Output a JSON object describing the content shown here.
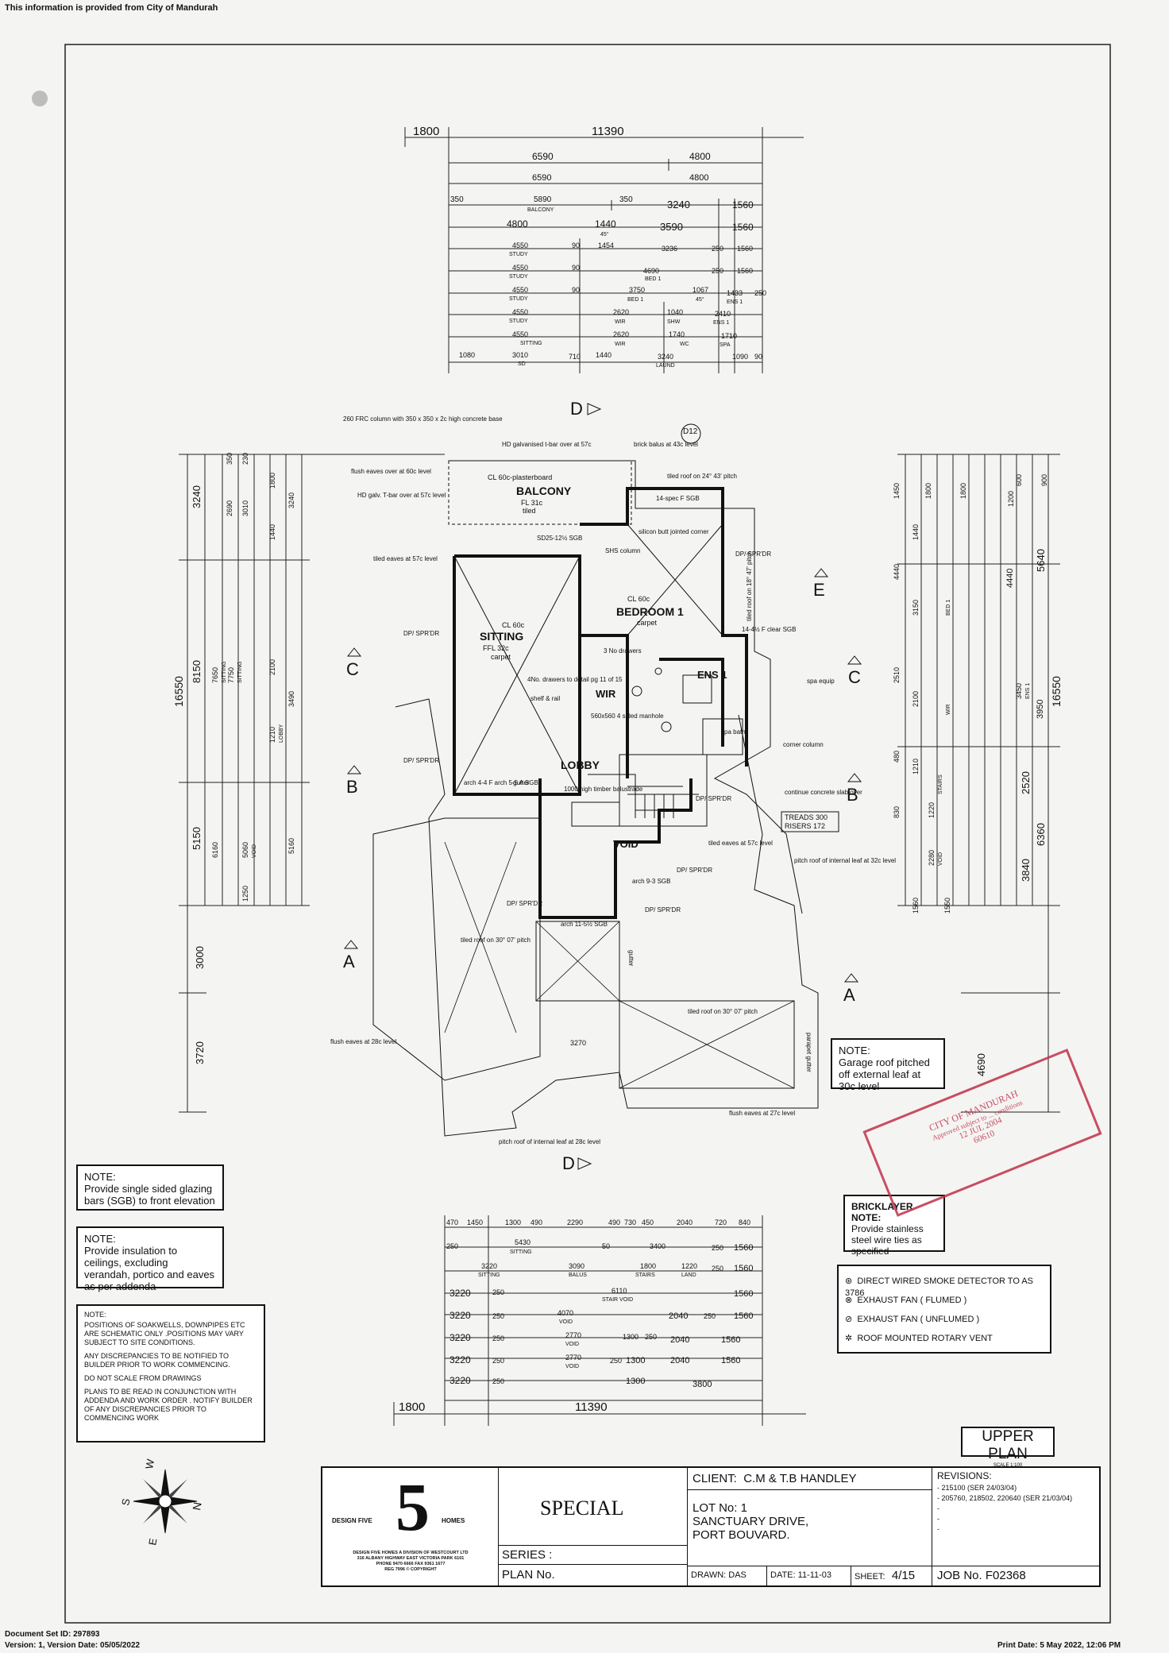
{
  "header_note": "This information is provided from City of Mandurah",
  "footer": {
    "doc_set": "Document Set ID: 297893",
    "version": "Version: 1, Version Date: 05/05/2022",
    "print_date": "Print Date: 5 May 2022, 12:06 PM"
  },
  "top_dims": {
    "row1": [
      "1800",
      "11390"
    ],
    "row2": [
      "6590",
      "4800"
    ],
    "row3": [
      "6590",
      "4800"
    ],
    "row4": [
      "350",
      "5890",
      "BALCONY",
      "350",
      "3240",
      "1560"
    ],
    "row5": [
      "4800",
      "1440",
      "45°",
      "3590",
      "1560"
    ],
    "row6": [
      "4550",
      "STUDY",
      "90",
      "1454",
      "3236",
      "250",
      "1560"
    ],
    "row7": [
      "4550",
      "STUDY",
      "90",
      "4690",
      "BED 1",
      "250",
      "1560"
    ],
    "row8": [
      "4550",
      "STUDY",
      "90",
      "3750",
      "BED 1",
      "1067",
      "45°",
      "1433",
      "ENS 1",
      "250"
    ],
    "row9": [
      "4550",
      "STUDY",
      "2620",
      "WIR",
      "1040",
      "SHW",
      "2410",
      "ENS 1"
    ],
    "row10": [
      "4550",
      "SITTING",
      "2620",
      "WIR",
      "1740",
      "WC",
      "1710",
      "SPA"
    ],
    "row11": [
      "1080",
      "3010",
      "SD",
      "710",
      "1440",
      "3240",
      "LAUND",
      "1090",
      "90"
    ]
  },
  "left_dims": {
    "total": "16550",
    "a": "3240",
    "b": "8150",
    "c": "5150",
    "d": "3000",
    "e": "3720",
    "sub": [
      "350",
      "230",
      "2690",
      "3010",
      "1800",
      "3240",
      "1440",
      "7650",
      "7750",
      "SITTING",
      "SITTING",
      "2100",
      "3490",
      "1210",
      "LOBBY",
      "6160",
      "5060",
      "VOID",
      "5160",
      "1250"
    ]
  },
  "right_dims": {
    "total": "16550",
    "a": "3950",
    "b": "5640",
    "c": "2520",
    "d": "6360",
    "e": "3840",
    "f": "4690",
    "sub": [
      "1450",
      "1800",
      "1800",
      "1200",
      "600",
      "900",
      "4440",
      "4440",
      "1440",
      "3150",
      "BED 1",
      "2510",
      "WIR",
      "ENS 1",
      "3450",
      "2100",
      "STAIRS",
      "1220",
      "2280",
      "VOID",
      "1550",
      "1560",
      "1210",
      "480",
      "830"
    ]
  },
  "bottom_dims": {
    "row1": [
      "470",
      "1450",
      "1300",
      "490",
      "2290",
      "490",
      "730",
      "450",
      "2040",
      "720",
      "840"
    ],
    "row2": [
      "250",
      "5430",
      "SITTING",
      "50",
      "3400",
      "250",
      "1560"
    ],
    "row3": [
      "3220",
      "SITTING",
      "3090",
      "BALUS",
      "1800",
      "STAIRS",
      "1220",
      "LAND",
      "250",
      "1560"
    ],
    "row4": [
      "3220",
      "250",
      "6110",
      "STAIR VOID",
      "1560"
    ],
    "row5": [
      "3220",
      "250",
      "4070",
      "VOID",
      "2040",
      "250",
      "1560"
    ],
    "row6": [
      "3220",
      "250",
      "2770",
      "VOID",
      "1300",
      "250",
      "2040",
      "1560"
    ],
    "row7": [
      "3220",
      "250",
      "2770",
      "VOID",
      "250",
      "1300",
      "2040",
      "1560"
    ],
    "row8": [
      "3220",
      "250",
      "1300",
      "3800"
    ],
    "row9": [
      "1800",
      "11390"
    ]
  },
  "section_marks": [
    "D",
    "D",
    "C",
    "C",
    "B",
    "B",
    "A",
    "A",
    "E",
    "D12"
  ],
  "room_labels": {
    "balcony": "BALCONY",
    "balcony_fl": "FL 31c",
    "balcony_floor": "tiled",
    "ceiling_ply": "CL 60c-plasterboard",
    "sitting_cl": "CL 60c",
    "sitting": "SITTING",
    "sitting_ffl": "FFL 32c",
    "sitting_floor": "carpet",
    "bed_cl": "CL 60c",
    "bedroom": "BEDROOM 1",
    "bed_floor": "carpet",
    "wir": "WIR",
    "ens": "ENS 1",
    "lobby": "LOBBY",
    "void": "VOID",
    "manhole": "560x560\n4 sided\nmanhole",
    "balustrade": "1000 high\ntimber balustrade",
    "treads": "TREADS 300",
    "risers": "RISERS 172"
  },
  "annotations": {
    "frc_col": "260 FRC column with 350 x 350 x 2c high concrete base",
    "hd_galv": "HD galvanised t-bar over at 57c",
    "brick_balus": "brick balus at 43c level",
    "flush_60": "flush eaves over at 60c level",
    "hd_galv2": "HD galv. T-bar over at 57c level",
    "tiled_24": "tiled roof on 24° 43' pitch",
    "spec_14": "14-spec F SGB",
    "silicon": "silicon butt jointed corner",
    "shs": "SHS column",
    "sd25": "SD25-12½ SGB",
    "tiled_eaves_57": "tiled eaves at 57c level",
    "dp": "DP/ SPR'DR",
    "tiled_18": "tiled roof on 18° 47' pitch",
    "spec_14b": "14-4½ F clear SGB",
    "drawers": "4No. drawers to detail pg 11 of 15",
    "shelf": "shelf & rail",
    "three_drawers": "3 No drawers",
    "spa": "spa equip",
    "spa_bath": "spa bath",
    "corner_col": "corner column",
    "conc_slab": "continue concrete slab over",
    "arch_44": "arch 4-4 F arch 5-5 A SGB",
    "gutter": "gutter",
    "tiled_eaves_57b": "tiled eaves at 57c level",
    "pitch_internal": "pitch roof of internal leaf at 32c level",
    "arch_93": "arch 9-3 SGB",
    "arch_11": "arch 11-5½ SGB",
    "tiled_30a": "tiled roof on 30° 07' pitch",
    "tiled_30b": "tiled roof on 30° 07' pitch",
    "flush_28": "flush eaves at 28c level",
    "flush_27": "flush eaves at 27c level",
    "pitch_internal2": "pitch roof of internal leaf at 28c level",
    "parapet": "parapet gutter",
    "gutter2": "gutter",
    "dim_3270": "3270"
  },
  "notes": {
    "garage": {
      "title": "NOTE:",
      "text": "Garage roof pitched off external leaf at 30c level"
    },
    "glazing": {
      "title": "NOTE:",
      "text": "Provide single sided glazing bars (SGB) to front elevation"
    },
    "insulation": {
      "title": "NOTE:",
      "text": "Provide insulation to ceilings, excluding verandah, portico and eaves as per addenda"
    },
    "general": {
      "title": "NOTE:",
      "lines": [
        "POSITIONS OF SOAKWELLS, DOWNPIPES ETC ARE SCHEMATIC ONLY .POSITIONS MAY VARY SUBJECT TO SITE CONDITIONS.",
        "ANY DISCREPANCIES TO BE NOTIFIED TO BUILDER PRIOR TO WORK COMMENCING.",
        "DO NOT SCALE FROM DRAWINGS",
        "PLANS TO BE READ IN CONJUNCTION WITH ADDENDA AND WORK ORDER . NOTIFY BUILDER OF ANY DISCREPANCIES PRIOR TO COMMENCING WORK"
      ]
    },
    "bricklayer": {
      "title": "BRICKLAYER NOTE:",
      "text": "Provide stainless steel wire ties as specified"
    }
  },
  "legend": [
    {
      "sym": "S",
      "text": "DIRECT WIRED SMOKE DETECTOR TO AS 3786"
    },
    {
      "sym": "F",
      "text": "EXHAUST FAN ( FLUMED )"
    },
    {
      "sym": "U",
      "text": "EXHAUST FAN ( UNFLUMED )"
    },
    {
      "sym": "R",
      "text": "ROOF MOUNTED ROTARY VENT"
    }
  ],
  "plan_title": {
    "title": "UPPER PLAN",
    "scale": "SCALE 1:100"
  },
  "stamp": {
    "line1": "CITY OF MANDURAH",
    "line2": "Approved subject to ... conditions",
    "line3": "12 JUL 2004",
    "line4": "60610"
  },
  "compass": {
    "n": "N",
    "s": "S",
    "e": "E",
    "w": "W"
  },
  "title_block": {
    "logo_number": "5",
    "logo_left": "DESIGN FIVE",
    "logo_right": "HOMES",
    "company": "DESIGN FIVE HOMES A DIVISION OF WESTCOURT LTD",
    "address": "316 ALBANY HIGHWAY EAST VICTORIA PARK 6101",
    "phone": "PHONE 9470 6666 FAX 9361 1677",
    "reg": "REG 7996   © COPYRIGHT",
    "design": "SPECIAL",
    "series_label": "SERIES :",
    "plan_label": "PLAN No.",
    "client_label": "CLIENT:",
    "client": "C.M & T.B HANDLEY",
    "lot": "LOT No: 1",
    "street": "SANCTUARY DRIVE,",
    "suburb": "PORT BOUVARD.",
    "drawn_label": "DRAWN:",
    "drawn": "DAS",
    "date_label": "DATE:",
    "date": "11-11-03",
    "sheet_label": "SHEET:",
    "sheet": "4/15",
    "job_label": "JOB No.",
    "job": "F02368",
    "revisions_label": "REVISIONS:",
    "revisions": [
      "- 215100 (SER 24/03/04)",
      "- 205760, 218502, 220640 (SER 21/03/04)",
      "-",
      "-",
      "-"
    ]
  }
}
